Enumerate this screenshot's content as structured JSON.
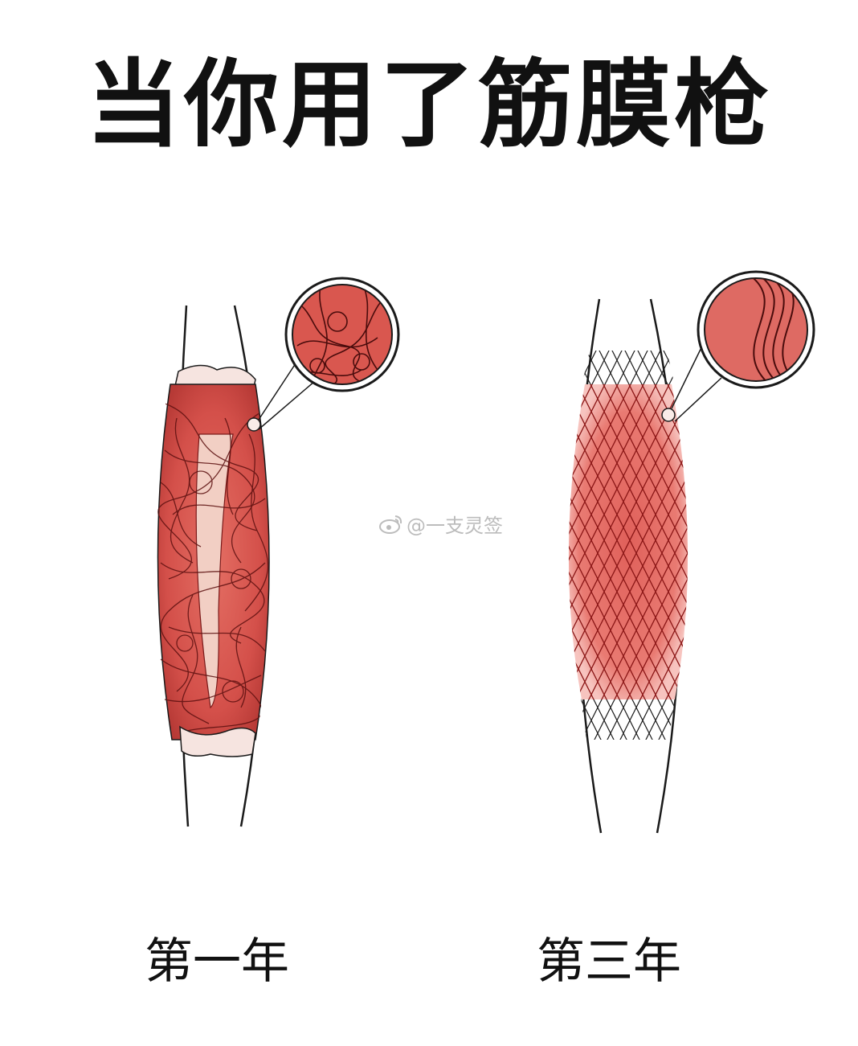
{
  "title": "当你用了筋膜枪",
  "panels": [
    {
      "caption": "第一年"
    },
    {
      "caption": "第三年"
    }
  ],
  "watermark": {
    "text": "@一支灵签",
    "icon": "weibo-icon"
  },
  "colors": {
    "muscle": "#d9574f",
    "muscle_dark": "#7a1a1a",
    "muscle_light": "#f0a89f",
    "tendon": "#f2cfc4",
    "mesh": "#9b1c1c",
    "outline": "#1a1a1a"
  }
}
